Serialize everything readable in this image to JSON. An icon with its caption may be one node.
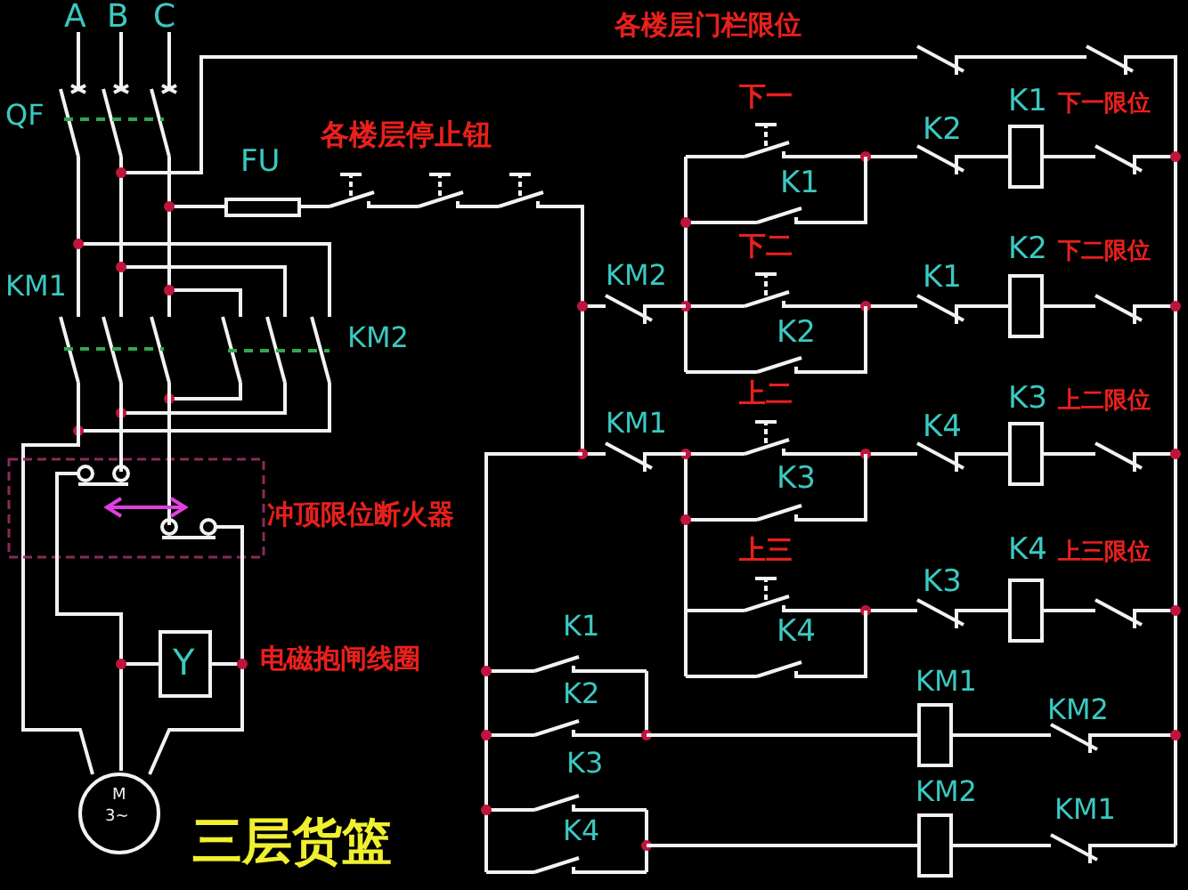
{
  "diagram": {
    "title": "三层货篮",
    "labels": [
      "A",
      "B",
      "C",
      "各楼层门栏限位",
      "QF",
      "下一",
      "各楼层停止钮",
      "K1",
      "下一限位",
      "K2",
      "FU",
      "K1",
      "下二",
      "K2",
      "下二限位",
      "KM2",
      "K1",
      "KM1",
      "KM2",
      "K2",
      "上二",
      "K3",
      "上二限位",
      "KM1",
      "K4",
      "K3",
      "冲顶限位断火器",
      "上三",
      "K4",
      "上三限位",
      "K3",
      "K1",
      "K4",
      "Y",
      "电磁抱闸线圈",
      "K2",
      "KM1",
      "KM2",
      "K3",
      "M",
      "KM2",
      "KM1",
      "3~",
      "K4"
    ]
  }
}
